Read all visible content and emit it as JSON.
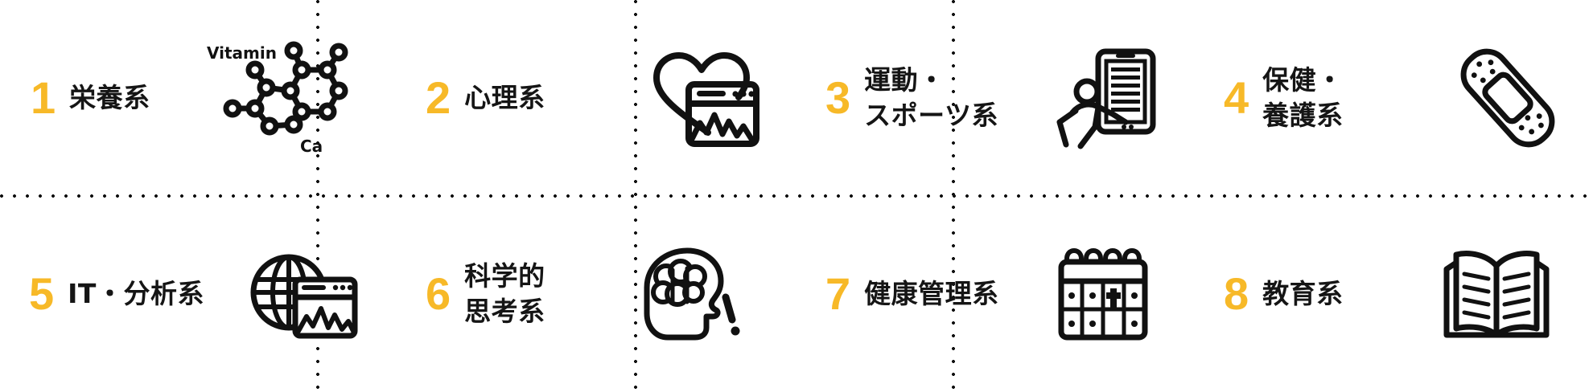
{
  "theme": {
    "accent_yellow": "#f7b928",
    "text_black": "#151515",
    "background": "#ffffff",
    "divider_style": "dotted"
  },
  "layout": {
    "columns": 4,
    "rows": 2
  },
  "cells": [
    {
      "number": "1",
      "title": "栄養系",
      "icon": "molecule-icon",
      "icon_labels": {
        "top": "Vitamin",
        "bottom": "Ca"
      }
    },
    {
      "number": "2",
      "title": "心理系",
      "icon": "heart-chart-window-icon"
    },
    {
      "number": "3",
      "title": "運動・\nスポーツ系",
      "icon": "running-person-tablet-icon"
    },
    {
      "number": "4",
      "title": "保健・\n養護系",
      "icon": "bandage-icon"
    },
    {
      "number": "5",
      "title": "IT・分析系",
      "icon": "globe-chart-window-icon"
    },
    {
      "number": "6",
      "title": "科学的\n思考系",
      "icon": "head-brain-icon"
    },
    {
      "number": "7",
      "title": "健康管理系",
      "icon": "calendar-health-icon"
    },
    {
      "number": "8",
      "title": "教育系",
      "icon": "open-book-icon"
    }
  ]
}
